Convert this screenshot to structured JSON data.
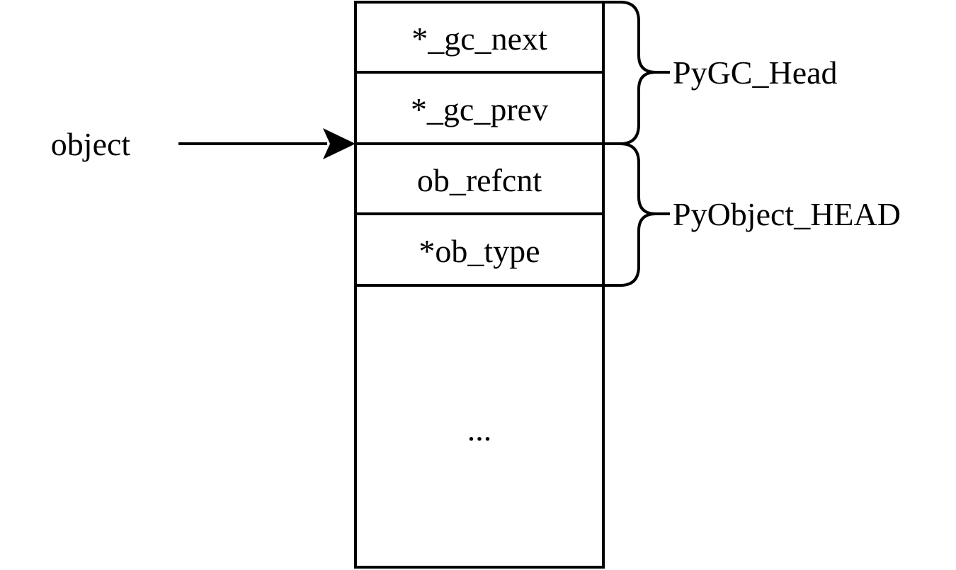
{
  "pointer_label": "object",
  "fields": [
    {
      "label": "*_gc_next"
    },
    {
      "label": "*_gc_prev"
    },
    {
      "label": "ob_refcnt"
    },
    {
      "label": "*ob_type"
    },
    {
      "label": "..."
    }
  ],
  "groups": [
    {
      "label": "PyGC_Head"
    },
    {
      "label": "PyObject_HEAD"
    }
  ]
}
